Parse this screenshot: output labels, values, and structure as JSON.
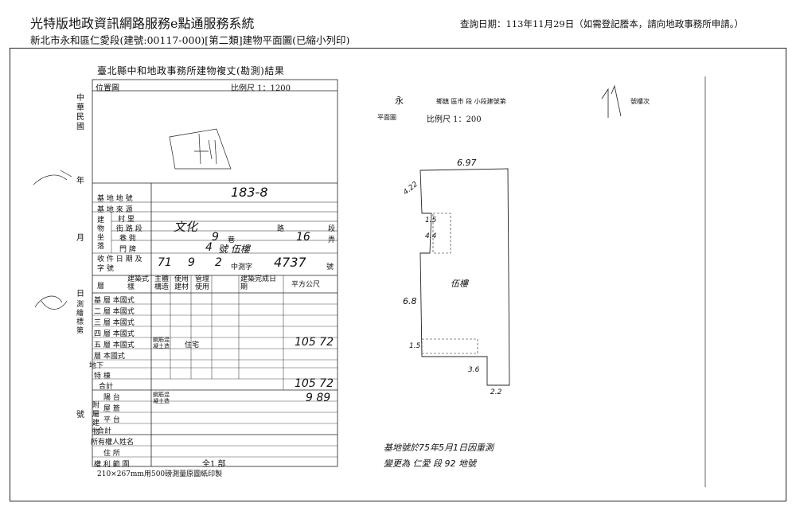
{
  "header": {
    "title": "光特版地政資訊網路服務e點通服務系統",
    "location_line": "新北市永和區仁愛段(建號:00117-000)[第二類]建物平面圖(已縮小列印)",
    "query_date": "查詢日期：113年11月29日（如需登記謄本，請向地政事務所申請。）"
  },
  "form": {
    "title": "臺北縣中和地政事務所建物複丈(勘測)結果",
    "position_label": "位置圖",
    "scale_label": "比例尺 1：1200",
    "side_labels": {
      "roc": "中華民國",
      "year": "年",
      "month": "月",
      "day": "日",
      "survey": "測繪標第",
      "number": "號"
    },
    "rows": {
      "lot_number": "基 地 地 號",
      "lot_source": "基 地 來 源",
      "village": "村 里",
      "street": "街 路 段",
      "lane": "巷 衖",
      "door": "門 牌",
      "receipt": "收 件 日 期 及 字 號",
      "building": "建 物 坐 落"
    },
    "values": {
      "lot_number": "183-8",
      "street": "文化",
      "street_suffix": "路",
      "section_suffix": "段",
      "lane": "9",
      "lane_suffix": "巷",
      "alley": "16",
      "alley_suffix": "弄",
      "door": "4",
      "door_suffix": "號 伍樓",
      "receipt_year": "71",
      "receipt_month": "9",
      "receipt_day": "2",
      "receipt_label": "中測字",
      "receipt_no": "4737",
      "receipt_suffix": "號"
    },
    "table_headers": [
      "建築式樣",
      "主體構造",
      "使用建材",
      "管理使用",
      "建築完成日期",
      "平方公尺"
    ],
    "floor_label": "層",
    "floor_rows": [
      "基 層 本國式",
      "二 層 本國式",
      "三 層 本國式",
      "四 層 本國式",
      "五 層 本國式",
      "層 本國式"
    ],
    "structure": "鋼筋混凝土造",
    "usage": "住宅",
    "fifth_floor_area": "105 72",
    "basement": "地下",
    "special": "特 棟",
    "total_label": "合計",
    "total_area": "105 72",
    "annex_rows": [
      "陽 台",
      "屋 簷",
      "平 台",
      "合計"
    ],
    "annex_label": "附屬建物",
    "annex_structure": "鋼筋混凝土造",
    "annex_area": "9 89",
    "owner_label": "所有權人姓名",
    "address_label": "住 所",
    "rights_label": "權 利 範 圍",
    "rights_value": "全1 部",
    "footer": "210×267mm用500磅測量原圖紙印製"
  },
  "plan": {
    "header_left": "永",
    "header_mid": "鄉鎮 區市 段 小段建號第",
    "header_no": "117",
    "header_suffix": "號樓次",
    "plan_label": "平面圖",
    "scale_label": "比例尺 1：200",
    "dims": {
      "top": "6.97",
      "left_top": "4.22",
      "inner": "1.5",
      "inner2": "4.4",
      "left": "6.8",
      "bottom_left": "1.5",
      "step": "3.6",
      "bottom": "2.2"
    },
    "floor_name": "伍樓",
    "survey_note": "基地號於75年5月1日因重測",
    "survey_note2": "變更為 仁愛 段 92 地號"
  }
}
